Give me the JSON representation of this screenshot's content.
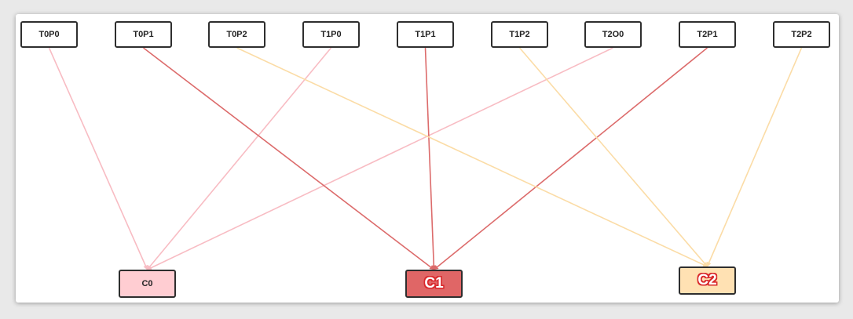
{
  "diagram": {
    "sources": [
      {
        "id": "s0",
        "label": "T0P0"
      },
      {
        "id": "s1",
        "label": "T0P1"
      },
      {
        "id": "s2",
        "label": "T0P2"
      },
      {
        "id": "s3",
        "label": "T1P0"
      },
      {
        "id": "s4",
        "label": "T1P1"
      },
      {
        "id": "s5",
        "label": "T1P2"
      },
      {
        "id": "s6",
        "label": "T2O0"
      },
      {
        "id": "s7",
        "label": "T2P1"
      },
      {
        "id": "s8",
        "label": "T2P2"
      }
    ],
    "targets": [
      {
        "id": "c0",
        "label": "C0",
        "fill": "#ffcdd2",
        "color": "#f8bcc3"
      },
      {
        "id": "c1",
        "label": "C1",
        "fill": "#e06666",
        "color": "#dc6b6b"
      },
      {
        "id": "c2",
        "label": "C2",
        "fill": "#ffe1b3",
        "color": "#fbdca6"
      }
    ],
    "edges": [
      {
        "from": "s0",
        "to": "c0"
      },
      {
        "from": "s3",
        "to": "c0"
      },
      {
        "from": "s6",
        "to": "c0"
      },
      {
        "from": "s1",
        "to": "c1"
      },
      {
        "from": "s4",
        "to": "c1"
      },
      {
        "from": "s7",
        "to": "c1"
      },
      {
        "from": "s2",
        "to": "c2"
      },
      {
        "from": "s5",
        "to": "c2"
      },
      {
        "from": "s8",
        "to": "c2"
      }
    ]
  }
}
